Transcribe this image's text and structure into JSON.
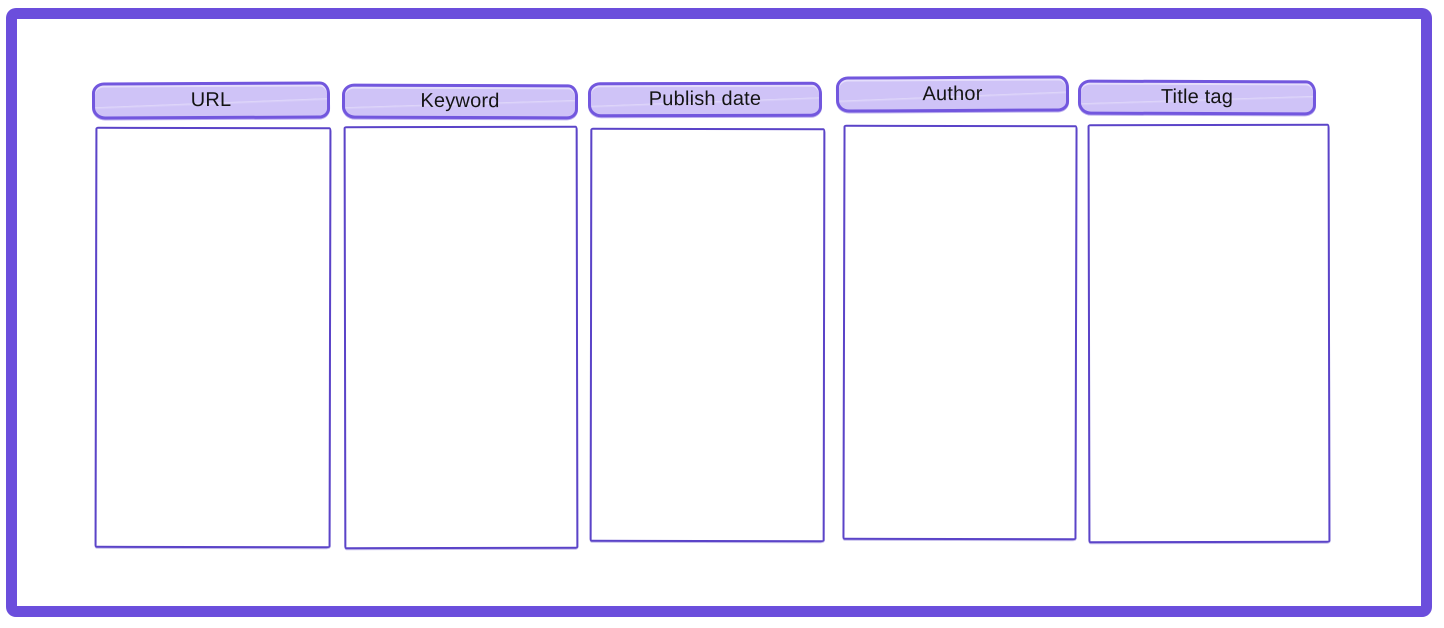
{
  "board": {
    "type": "content-tracker-wireframe",
    "frame_color": "#6b4edc",
    "background": "#ffffff"
  },
  "colors": {
    "header_fill": "#cfc3f7",
    "header_border": "#7257de",
    "box_border": "#5b44c8",
    "text": "#141414"
  },
  "columns": [
    {
      "id": "url",
      "label": "URL"
    },
    {
      "id": "keyword",
      "label": "Keyword"
    },
    {
      "id": "publish-date",
      "label": "Publish date"
    },
    {
      "id": "author",
      "label": "Author"
    },
    {
      "id": "title-tag",
      "label": "Title tag"
    }
  ]
}
